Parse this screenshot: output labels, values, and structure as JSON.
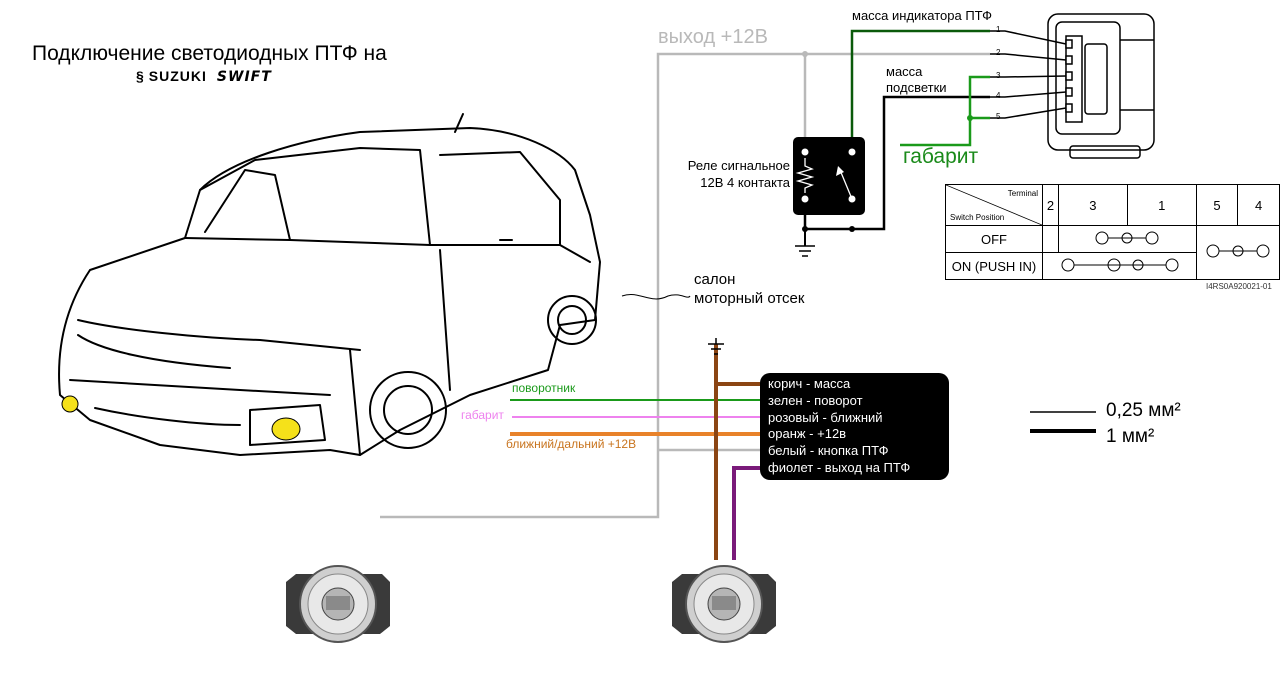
{
  "title": "Подключение светодиодных ПТФ на",
  "brand": {
    "logo": "SUZUKI",
    "model": "SWIFT"
  },
  "labels": {
    "output_12v": "выход +12В",
    "indicator_ground": "масса индикатора ПТФ",
    "backlight_ground": [
      "масса",
      "подсветки"
    ],
    "parking_light": "габарит",
    "relay": [
      "Реле сигнальное",
      "12В 4 контакта"
    ],
    "cabin_engine": [
      "салон",
      "моторный отсек"
    ]
  },
  "wire_labels": {
    "turn": "поворотник",
    "parking": "габарит",
    "beam": "ближний/дальний +12В"
  },
  "connector_pins": [
    "1",
    "2",
    "3",
    "4",
    "5"
  ],
  "module_wires": [
    "корич - масса",
    "зелен - поворот",
    "розовый - ближний",
    "оранж - +12в",
    "белый - кнопка ПТФ",
    "фиолет - выход на ПТФ"
  ],
  "switch_table": {
    "header_terminal": "Terminal",
    "header_position": "Switch Position",
    "terminals": [
      "2",
      "3",
      "1",
      "5",
      "4"
    ],
    "rows": [
      "OFF",
      "ON (PUSH IN)"
    ]
  },
  "table_code": "I4RS0A920021-01",
  "legend": [
    {
      "label": "0,25 мм²"
    },
    {
      "label": "1 мм²"
    }
  ],
  "colors": {
    "gray_wire": "#b9b9b9",
    "green": "#1a9a1a",
    "dark_green": "#0a5a0a",
    "pink": "#ee82ee",
    "orange": "#e8822a",
    "brown": "#8b4513",
    "purple": "#7a1a7a",
    "yellow_light": "#f5e11a"
  }
}
